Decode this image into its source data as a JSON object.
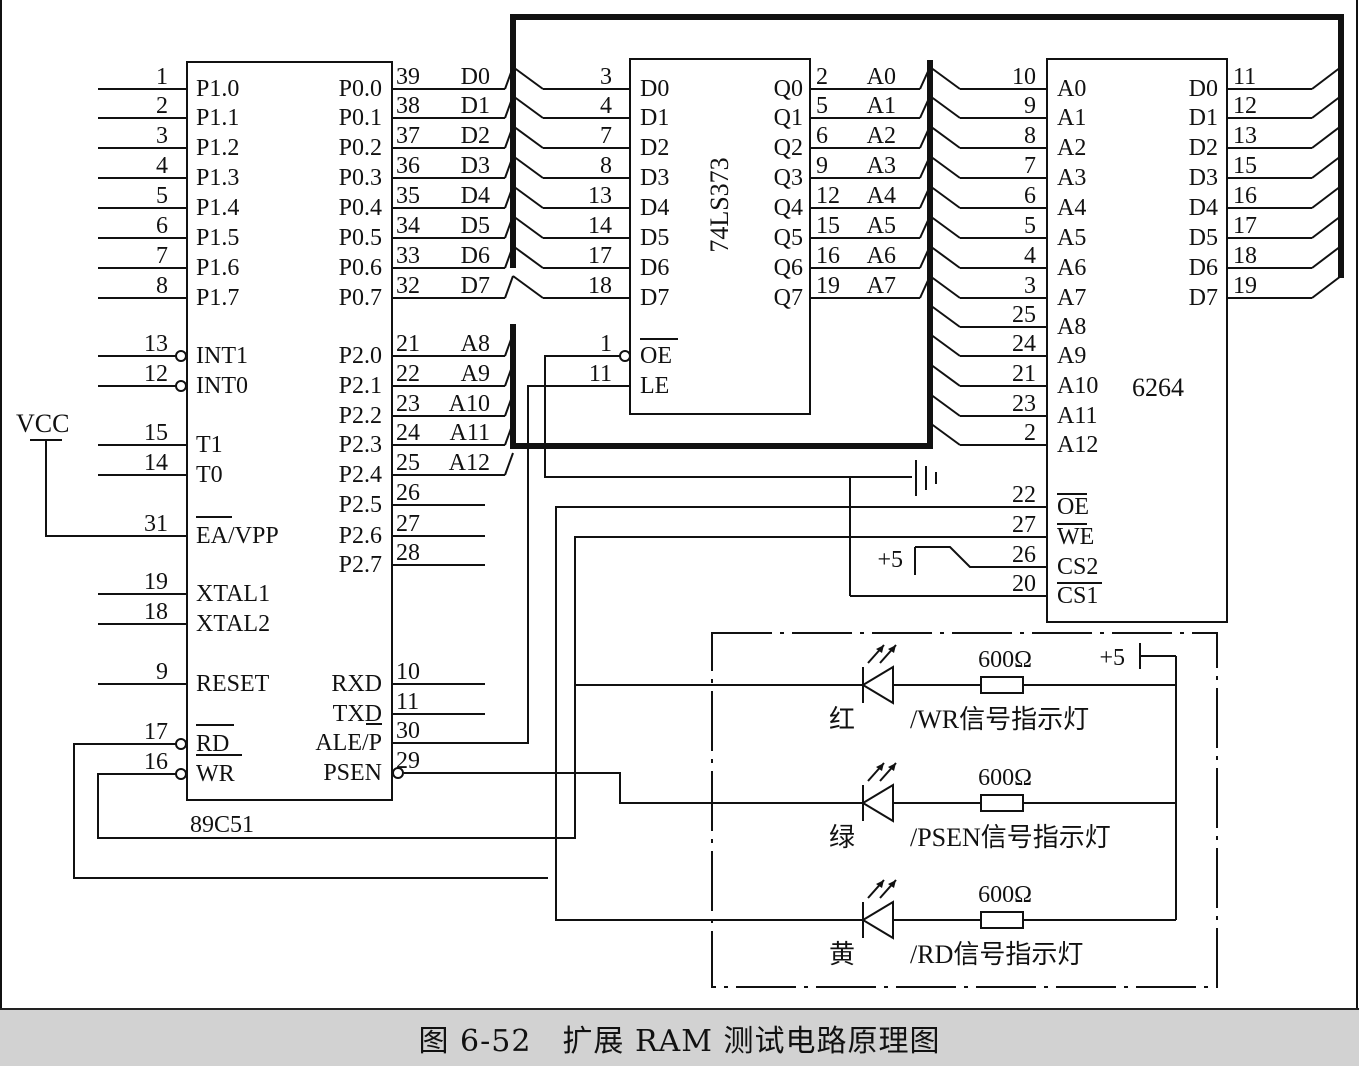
{
  "caption": "图 6-52　扩展 RAM 测试电路原理图",
  "mcu": {
    "name": "89C51",
    "left_pins": [
      {
        "num": "1",
        "label": "P1.0"
      },
      {
        "num": "2",
        "label": "P1.1"
      },
      {
        "num": "3",
        "label": "P1.2"
      },
      {
        "num": "4",
        "label": "P1.3"
      },
      {
        "num": "5",
        "label": "P1.4"
      },
      {
        "num": "6",
        "label": "P1.5"
      },
      {
        "num": "7",
        "label": "P1.6"
      },
      {
        "num": "8",
        "label": "P1.7"
      },
      {
        "num": "13",
        "label": "INT1"
      },
      {
        "num": "12",
        "label": "INT0"
      },
      {
        "num": "15",
        "label": "T1"
      },
      {
        "num": "14",
        "label": "T0"
      },
      {
        "num": "31",
        "label": "EA/VPP"
      },
      {
        "num": "19",
        "label": "XTAL1"
      },
      {
        "num": "18",
        "label": "XTAL2"
      },
      {
        "num": "9",
        "label": "RESET"
      },
      {
        "num": "17",
        "label": "RD"
      },
      {
        "num": "16",
        "label": "WR"
      }
    ],
    "right_pins": [
      {
        "num": "39",
        "label": "P0.0",
        "net": "D0"
      },
      {
        "num": "38",
        "label": "P0.1",
        "net": "D1"
      },
      {
        "num": "37",
        "label": "P0.2",
        "net": "D2"
      },
      {
        "num": "36",
        "label": "P0.3",
        "net": "D3"
      },
      {
        "num": "35",
        "label": "P0.4",
        "net": "D4"
      },
      {
        "num": "34",
        "label": "P0.5",
        "net": "D5"
      },
      {
        "num": "33",
        "label": "P0.6",
        "net": "D6"
      },
      {
        "num": "32",
        "label": "P0.7",
        "net": "D7"
      },
      {
        "num": "21",
        "label": "P2.0",
        "net": "A8"
      },
      {
        "num": "22",
        "label": "P2.1",
        "net": "A9"
      },
      {
        "num": "23",
        "label": "P2.2",
        "net": "A10"
      },
      {
        "num": "24",
        "label": "P2.3",
        "net": "A11"
      },
      {
        "num": "25",
        "label": "P2.4",
        "net": "A12"
      },
      {
        "num": "26",
        "label": "P2.5",
        "net": ""
      },
      {
        "num": "27",
        "label": "P2.6",
        "net": ""
      },
      {
        "num": "28",
        "label": "P2.7",
        "net": ""
      },
      {
        "num": "10",
        "label": "RXD",
        "net": ""
      },
      {
        "num": "11",
        "label": "TXD",
        "net": ""
      },
      {
        "num": "30",
        "label": "ALE/P",
        "net": ""
      },
      {
        "num": "29",
        "label": "PSEN",
        "net": ""
      }
    ],
    "vcc": "VCC"
  },
  "latch": {
    "name": "74LS373",
    "d_pins": [
      {
        "num": "3",
        "label": "D0"
      },
      {
        "num": "4",
        "label": "D1"
      },
      {
        "num": "7",
        "label": "D2"
      },
      {
        "num": "8",
        "label": "D3"
      },
      {
        "num": "13",
        "label": "D4"
      },
      {
        "num": "14",
        "label": "D5"
      },
      {
        "num": "17",
        "label": "D6"
      },
      {
        "num": "18",
        "label": "D7"
      }
    ],
    "q_pins": [
      {
        "num": "2",
        "label": "Q0",
        "net": "A0"
      },
      {
        "num": "5",
        "label": "Q1",
        "net": "A1"
      },
      {
        "num": "6",
        "label": "Q2",
        "net": "A2"
      },
      {
        "num": "9",
        "label": "Q3",
        "net": "A3"
      },
      {
        "num": "12",
        "label": "Q4",
        "net": "A4"
      },
      {
        "num": "15",
        "label": "Q5",
        "net": "A5"
      },
      {
        "num": "16",
        "label": "Q6",
        "net": "A6"
      },
      {
        "num": "19",
        "label": "Q7",
        "net": "A7"
      }
    ],
    "ctrl_pins": [
      {
        "num": "1",
        "label": "OE"
      },
      {
        "num": "11",
        "label": "LE"
      }
    ]
  },
  "ram": {
    "name": "6264",
    "a_pins": [
      {
        "num": "10",
        "label": "A0"
      },
      {
        "num": "9",
        "label": "A1"
      },
      {
        "num": "8",
        "label": "A2"
      },
      {
        "num": "7",
        "label": "A3"
      },
      {
        "num": "6",
        "label": "A4"
      },
      {
        "num": "5",
        "label": "A5"
      },
      {
        "num": "4",
        "label": "A6"
      },
      {
        "num": "3",
        "label": "A7"
      },
      {
        "num": "25",
        "label": "A8"
      },
      {
        "num": "24",
        "label": "A9"
      },
      {
        "num": "21",
        "label": "A10"
      },
      {
        "num": "23",
        "label": "A11"
      },
      {
        "num": "2",
        "label": "A12"
      }
    ],
    "d_pins": [
      {
        "num": "11",
        "label": "D0"
      },
      {
        "num": "12",
        "label": "D1"
      },
      {
        "num": "13",
        "label": "D2"
      },
      {
        "num": "15",
        "label": "D3"
      },
      {
        "num": "16",
        "label": "D4"
      },
      {
        "num": "17",
        "label": "D5"
      },
      {
        "num": "18",
        "label": "D6"
      },
      {
        "num": "19",
        "label": "D7"
      }
    ],
    "ctrl_pins": [
      {
        "num": "22",
        "label": "OE"
      },
      {
        "num": "27",
        "label": "WE"
      },
      {
        "num": "26",
        "label": "CS2"
      },
      {
        "num": "20",
        "label": "CS1"
      }
    ],
    "plus5": "+5"
  },
  "indicators": {
    "plus5": "+5",
    "leds": [
      {
        "color": "红",
        "resistor": "600Ω",
        "desc": "/WR信号指示灯"
      },
      {
        "color": "绿",
        "resistor": "600Ω",
        "desc": "/PSEN信号指示灯"
      },
      {
        "color": "黄",
        "resistor": "600Ω",
        "desc": "/RD信号指示灯"
      }
    ]
  }
}
